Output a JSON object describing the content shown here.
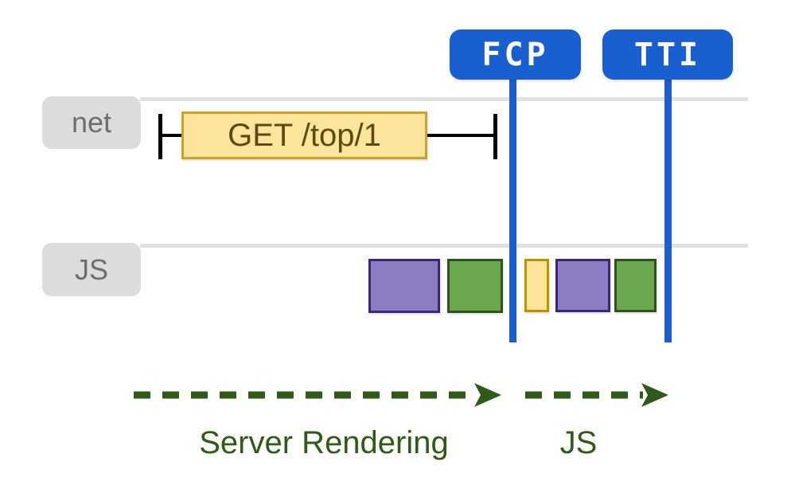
{
  "diagram": {
    "title": "server rendering performance timeline",
    "milestones": [
      {
        "id": "fcp",
        "label": "FCP"
      },
      {
        "id": "tti",
        "label": "TTI"
      }
    ],
    "tracks": [
      {
        "id": "net",
        "label": "net"
      },
      {
        "id": "js",
        "label": "JS"
      }
    ],
    "network_request": {
      "label": "GET /top/1"
    },
    "js_tasks": [
      {
        "color": "purple",
        "position": "before-fcp"
      },
      {
        "color": "green",
        "position": "before-fcp"
      },
      {
        "color": "yellow",
        "position": "after-fcp"
      },
      {
        "color": "purple",
        "position": "after-fcp"
      },
      {
        "color": "green",
        "position": "after-fcp"
      }
    ],
    "phases": [
      {
        "label": "Server Rendering",
        "span": "start-to-fcp"
      },
      {
        "label": "JS",
        "span": "fcp-to-tti"
      }
    ],
    "colors": {
      "milestone_blue": "#1A5FD0",
      "track_line_gray": "#E0E0E0",
      "track_tab_bg": "#DCDCDC",
      "track_tab_text": "#6E6E6E",
      "request_fill": "#FCE49B",
      "request_border": "#C8A22A",
      "request_text": "#5A4B12",
      "request_bracket_black": "#000000",
      "task_purple_fill": "#8E7CC3",
      "task_purple_border": "#38277D",
      "task_green_fill": "#6AA84F",
      "task_green_border": "#2F5318",
      "task_yellow_fill": "#FFE599",
      "task_yellow_border": "#C09100",
      "phase_arrow_green": "#2F5A17"
    }
  }
}
